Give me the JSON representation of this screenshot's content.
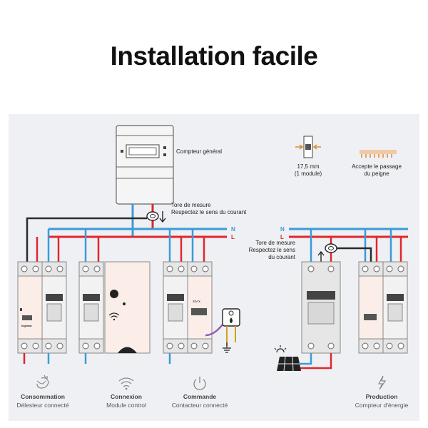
{
  "title": "Installation facile",
  "meter": {
    "label": "Compteur général"
  },
  "torus_main": {
    "line1": "Tore de mesure",
    "line2": "Respectez le sens du courant"
  },
  "torus_prod": {
    "line1": "Tore de mesure",
    "line2": "Respectez le sens",
    "line3": "du courant"
  },
  "bus_labels": {
    "neutral": "N",
    "live": "L"
  },
  "legend": {
    "module": {
      "line1": "17,5 mm",
      "line2": "(1 module)"
    },
    "comb": {
      "line1": "Accepte le passage",
      "line2": "du peigne"
    }
  },
  "contactor_rating": "20AX",
  "device_brand": "legrand",
  "captions": [
    {
      "title": "Consommation",
      "subtitle": "Délesteur connecté",
      "icon": "plug-hand-icon"
    },
    {
      "title": "Connexion",
      "subtitle": "Module control",
      "icon": "wifi-icon"
    },
    {
      "title": "Commande",
      "subtitle": "Contacteur connecté",
      "icon": "power-icon"
    },
    {
      "title": "Production",
      "subtitle": "Compteur d'énergie",
      "icon": "lightning-icon"
    }
  ],
  "colors": {
    "neutral": "#3a9bd9",
    "live": "#e0262e",
    "earth": "#2b2b2b",
    "panel": "#eef0f3",
    "module": "#fbeee8"
  }
}
